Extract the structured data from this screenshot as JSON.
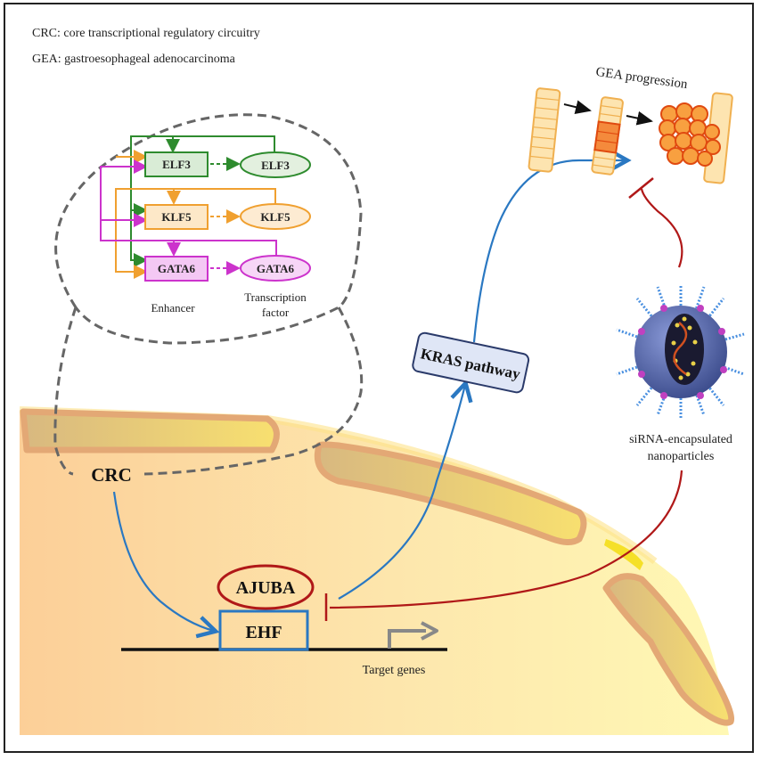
{
  "legend": {
    "crc": "CRC: core transcriptional regulatory circuitry",
    "gea": "GEA: gastroesophageal adenocarcinoma"
  },
  "circuitry": {
    "enhancers": [
      {
        "label": "ELF3",
        "color": "#2e8b2e",
        "fill": "#d9ecd6"
      },
      {
        "label": "KLF5",
        "color": "#f0a030",
        "fill": "#fde8c8"
      },
      {
        "label": "GATA6",
        "color": "#cc33cc",
        "fill": "#f4c8f4"
      }
    ],
    "factors": [
      {
        "label": "ELF3",
        "color": "#2e8b2e",
        "fill": "#e3f0df"
      },
      {
        "label": "KLF5",
        "color": "#f0a030",
        "fill": "#fdebd2"
      },
      {
        "label": "GATA6",
        "color": "#cc33cc",
        "fill": "#f7d6f7"
      }
    ],
    "enhancer_label": "Enhancer",
    "factor_label_line1": "Transcription",
    "factor_label_line2": "factor"
  },
  "nodes": {
    "crc": "CRC",
    "ajuba": "AJUBA",
    "ehf": "EHF",
    "target_genes": "Target genes",
    "kras": "KRAS pathway",
    "gea_progression": "GEA progression",
    "nanoparticle_line1": "siRNA-encapsulated",
    "nanoparticle_line2": "nanoparticles"
  },
  "colors": {
    "activation": "#2a78c2",
    "inhibition": "#b01818",
    "dashed": "#666666",
    "tissue": "#fcd49a",
    "tissue_light": "#fff6b0"
  }
}
